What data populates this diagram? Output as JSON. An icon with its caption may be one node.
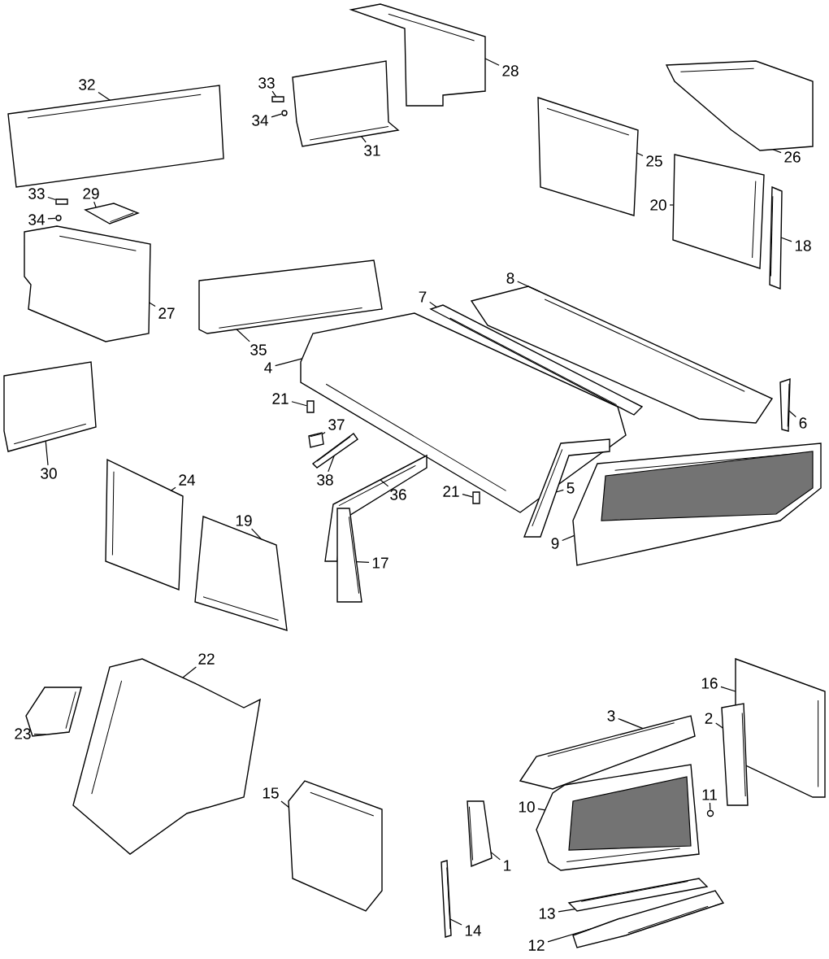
{
  "diagram": {
    "nodes": [
      {
        "text": [
          "28"
        ]
      },
      {
        "text": [
          "33"
        ]
      },
      {
        "text": [
          "32"
        ]
      },
      {
        "text": [
          "34"
        ]
      },
      {
        "text": [
          "31"
        ]
      },
      {
        "text": [
          "25"
        ]
      },
      {
        "text": [
          "26"
        ]
      },
      {
        "text": [
          "20"
        ]
      },
      {
        "text": [
          "33"
        ]
      },
      {
        "text": [
          "29"
        ]
      },
      {
        "text": [
          "34"
        ]
      },
      {
        "text": [
          "18"
        ]
      },
      {
        "text": [
          "8"
        ]
      },
      {
        "text": [
          "7"
        ]
      },
      {
        "text": [
          "27"
        ]
      },
      {
        "text": [
          "35"
        ]
      },
      {
        "text": [
          "4"
        ]
      },
      {
        "text": [
          "21"
        ]
      },
      {
        "text": [
          "37"
        ]
      },
      {
        "text": [
          "6"
        ]
      },
      {
        "text": [
          "5"
        ]
      },
      {
        "text": [
          "30"
        ]
      },
      {
        "text": [
          "24"
        ]
      },
      {
        "text": [
          "38"
        ]
      },
      {
        "text": [
          "21"
        ]
      },
      {
        "text": [
          "36"
        ]
      },
      {
        "text": [
          "19"
        ]
      },
      {
        "text": [
          "9"
        ]
      },
      {
        "text": [
          "17"
        ]
      },
      {
        "text": [
          "22"
        ]
      },
      {
        "text": [
          "16"
        ]
      },
      {
        "text": [
          "3"
        ]
      },
      {
        "text": [
          "2"
        ]
      },
      {
        "text": [
          "23"
        ]
      },
      {
        "text": [
          "11"
        ]
      },
      {
        "text": [
          "15"
        ]
      },
      {
        "text": [
          "10"
        ]
      },
      {
        "text": [
          "1"
        ]
      },
      {
        "text": [
          "13"
        ]
      },
      {
        "text": [
          "14"
        ]
      },
      {
        "text": [
          "12"
        ]
      },
      {
        "text": [],
        "shape": "box"
      },
      {
        "text": [],
        "shape": "circle"
      },
      {
        "text": [],
        "shape": "box"
      },
      {
        "text": [],
        "shape": "circle"
      },
      {
        "text": [],
        "shape": "box"
      },
      {
        "text": [],
        "shape": "box"
      },
      {
        "text": [],
        "shape": "circle"
      },
      {
        "text": [],
        "shape": "picture"
      },
      {
        "text": [],
        "shape": "picture"
      },
      {
        "text": [],
        "shape": "picture"
      },
      {
        "text": [],
        "shape": "picture"
      },
      {
        "text": [],
        "shape": "picture"
      },
      {
        "text": [],
        "shape": "picture"
      },
      {
        "text": [],
        "shape": "picture"
      },
      {
        "text": [],
        "shape": "picture"
      },
      {
        "text": [],
        "shape": "picture"
      },
      {
        "text": [],
        "shape": "picture"
      },
      {
        "text": [],
        "shape": "picture"
      },
      {
        "text": [],
        "shape": "picture"
      },
      {
        "text": [],
        "shape": "picture"
      },
      {
        "text": [],
        "shape": "picture"
      },
      {
        "text": [],
        "shape": "picture"
      },
      {
        "text": [],
        "shape": "picture"
      },
      {
        "text": [],
        "shape": "picture"
      },
      {
        "text": [],
        "shape": "picture"
      },
      {
        "text": [],
        "shape": "picture"
      },
      {
        "text": [],
        "shape": "picture"
      },
      {
        "text": [],
        "shape": "picture"
      },
      {
        "text": [],
        "shape": "picture"
      },
      {
        "text": [],
        "shape": "picture"
      },
      {
        "text": [],
        "shape": "picture"
      },
      {
        "text": [],
        "shape": "picture"
      },
      {
        "text": [],
        "shape": "picture"
      },
      {
        "text": [],
        "shape": "picture"
      },
      {
        "text": [],
        "shape": "picture"
      },
      {
        "text": [],
        "shape": "picture"
      },
      {
        "text": [],
        "shape": "picture"
      },
      {
        "text": [],
        "shape": "picture"
      },
      {
        "text": [],
        "shape": "picture"
      },
      {
        "text": [],
        "shape": "picture"
      },
      {
        "text": [],
        "shape": "picture"
      }
    ],
    "edges": [
      {
        "from": 0,
        "to": 48,
        "arrow": "none"
      },
      {
        "from": 1,
        "to": 41,
        "arrow": "none"
      },
      {
        "from": 2,
        "to": 49,
        "arrow": "none"
      },
      {
        "from": 3,
        "to": 42,
        "arrow": "none"
      },
      {
        "from": 4,
        "to": 50,
        "arrow": "none"
      },
      {
        "from": 5,
        "to": 51,
        "arrow": "none"
      },
      {
        "from": 6,
        "to": 52,
        "arrow": "none"
      },
      {
        "from": 7,
        "to": 53,
        "arrow": "none"
      },
      {
        "from": 8,
        "to": 43,
        "arrow": "none"
      },
      {
        "from": 9,
        "to": 55,
        "arrow": "none"
      },
      {
        "from": 10,
        "to": 44,
        "arrow": "none"
      },
      {
        "from": 11,
        "to": 54,
        "arrow": "none"
      },
      {
        "from": 12,
        "to": 60,
        "arrow": "none"
      },
      {
        "from": 13,
        "to": 59,
        "arrow": "none"
      },
      {
        "from": 14,
        "to": 56,
        "arrow": "none"
      },
      {
        "from": 15,
        "to": 57,
        "arrow": "none"
      },
      {
        "from": 16,
        "to": 58,
        "arrow": "none"
      },
      {
        "from": 17,
        "to": 45,
        "arrow": "none"
      },
      {
        "from": 18,
        "to": 81,
        "arrow": "none"
      },
      {
        "from": 19,
        "to": 68,
        "arrow": "none"
      },
      {
        "from": 20,
        "to": 67,
        "arrow": "none"
      },
      {
        "from": 21,
        "to": 61,
        "arrow": "none"
      },
      {
        "from": 22,
        "to": 62,
        "arrow": "none"
      },
      {
        "from": 23,
        "to": 64,
        "arrow": "none"
      },
      {
        "from": 24,
        "to": 46,
        "arrow": "none"
      },
      {
        "from": 25,
        "to": 65,
        "arrow": "none"
      },
      {
        "from": 26,
        "to": 63,
        "arrow": "none"
      },
      {
        "from": 27,
        "to": 69,
        "arrow": "none"
      },
      {
        "from": 28,
        "to": 66,
        "arrow": "none"
      },
      {
        "from": 29,
        "to": 70,
        "arrow": "none"
      },
      {
        "from": 30,
        "to": 72,
        "arrow": "none"
      },
      {
        "from": 31,
        "to": 73,
        "arrow": "none"
      },
      {
        "from": 32,
        "to": 74,
        "arrow": "none"
      },
      {
        "from": 33,
        "to": 71,
        "arrow": "none"
      },
      {
        "from": 34,
        "to": 47,
        "arrow": "none"
      },
      {
        "from": 35,
        "to": 78,
        "arrow": "none"
      },
      {
        "from": 36,
        "to": 75,
        "arrow": "none"
      },
      {
        "from": 37,
        "to": 80,
        "arrow": "none"
      },
      {
        "from": 38,
        "to": 76,
        "arrow": "none"
      },
      {
        "from": 39,
        "to": 79,
        "arrow": "none"
      },
      {
        "from": 40,
        "to": 77,
        "arrow": "none"
      }
    ]
  }
}
